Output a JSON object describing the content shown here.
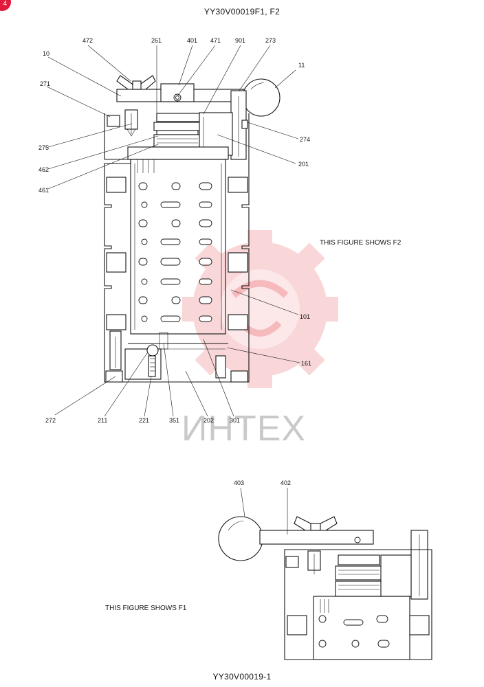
{
  "header": {
    "title": "YY30V00019F1, F2"
  },
  "footer": {
    "code": "YY30V00019-1"
  },
  "badge": {
    "text": "4"
  },
  "watermark": {
    "brand_text": "ИНТЕХ",
    "color": "#e8474f"
  },
  "notes": {
    "f2": "THIS FIGURE SHOWS F2",
    "f1": "THIS FIGURE SHOWS F1"
  },
  "callouts_f2": [
    "472",
    "261",
    "401",
    "471",
    "901",
    "273",
    "10",
    "11",
    "271",
    "275",
    "274",
    "462",
    "201",
    "461",
    "101",
    "161",
    "272",
    "211",
    "221",
    "351",
    "202",
    "301"
  ],
  "callouts_f1": [
    "403",
    "402"
  ]
}
